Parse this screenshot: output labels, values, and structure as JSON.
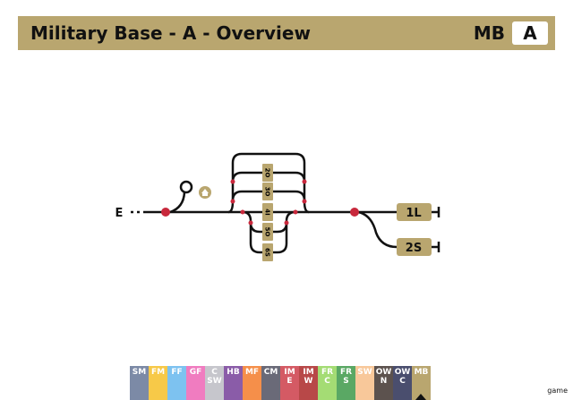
{
  "header": {
    "title": "Military Base - A - Overview",
    "code": "MB",
    "variant": "A"
  },
  "map": {
    "entry_label": "E",
    "tracks": [
      "2O",
      "3O",
      "4I",
      "5O",
      "6S"
    ],
    "exits": [
      "1L",
      "2S"
    ],
    "home_icon": "house-icon"
  },
  "tabs": [
    {
      "l1": "SM",
      "l2": "",
      "color": "#7c8aa6"
    },
    {
      "l1": "FM",
      "l2": "",
      "color": "#f7c948"
    },
    {
      "l1": "FF",
      "l2": "",
      "color": "#7dc2f0"
    },
    {
      "l1": "GF",
      "l2": "",
      "color": "#f07cc0"
    },
    {
      "l1": "C",
      "l2": "SW",
      "color": "#c6c6cc"
    },
    {
      "l1": "HB",
      "l2": "",
      "color": "#8a5ca8"
    },
    {
      "l1": "MF",
      "l2": "",
      "color": "#f58f4a"
    },
    {
      "l1": "CM",
      "l2": "",
      "color": "#6a6a78"
    },
    {
      "l1": "IM",
      "l2": "E",
      "color": "#d45a64"
    },
    {
      "l1": "IM",
      "l2": "W",
      "color": "#b84848"
    },
    {
      "l1": "FR",
      "l2": "C",
      "color": "#a4dc74"
    },
    {
      "l1": "FR",
      "l2": "S",
      "color": "#5aa864"
    },
    {
      "l1": "SW",
      "l2": "",
      "color": "#f8c89a"
    },
    {
      "l1": "OW",
      "l2": "N",
      "color": "#5c524e"
    },
    {
      "l1": "OW",
      "l2": "C",
      "color": "#4a4e6e"
    },
    {
      "l1": "MB",
      "l2": "",
      "color": "#b9a66f"
    }
  ],
  "footer_tag": "game"
}
